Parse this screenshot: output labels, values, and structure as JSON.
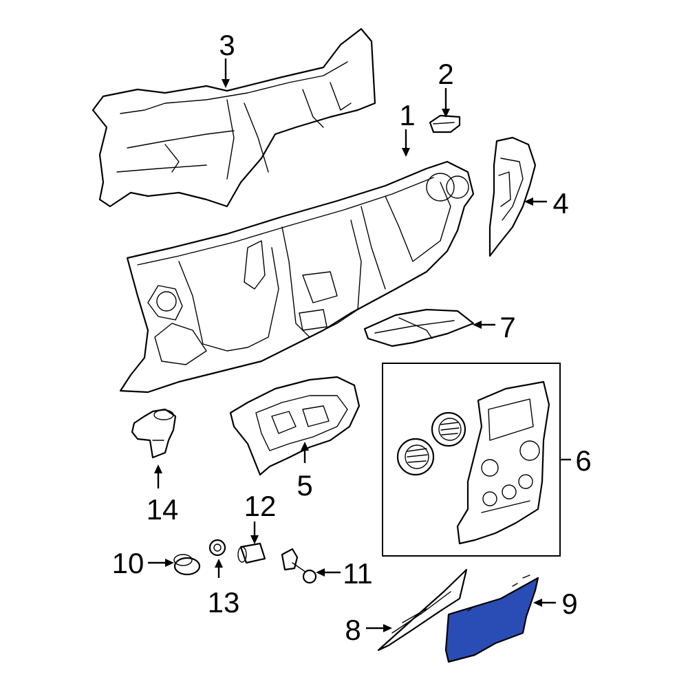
{
  "callouts": {
    "c1": "1",
    "c2": "2",
    "c3": "3",
    "c4": "4",
    "c5": "5",
    "c6": "6",
    "c7": "7",
    "c8": "8",
    "c9": "9",
    "c10": "10",
    "c11": "11",
    "c12": "12",
    "c13": "13",
    "c14": "14"
  },
  "colors": {
    "highlight": "#2a4db5",
    "line": "#000000",
    "background": "#ffffff"
  }
}
